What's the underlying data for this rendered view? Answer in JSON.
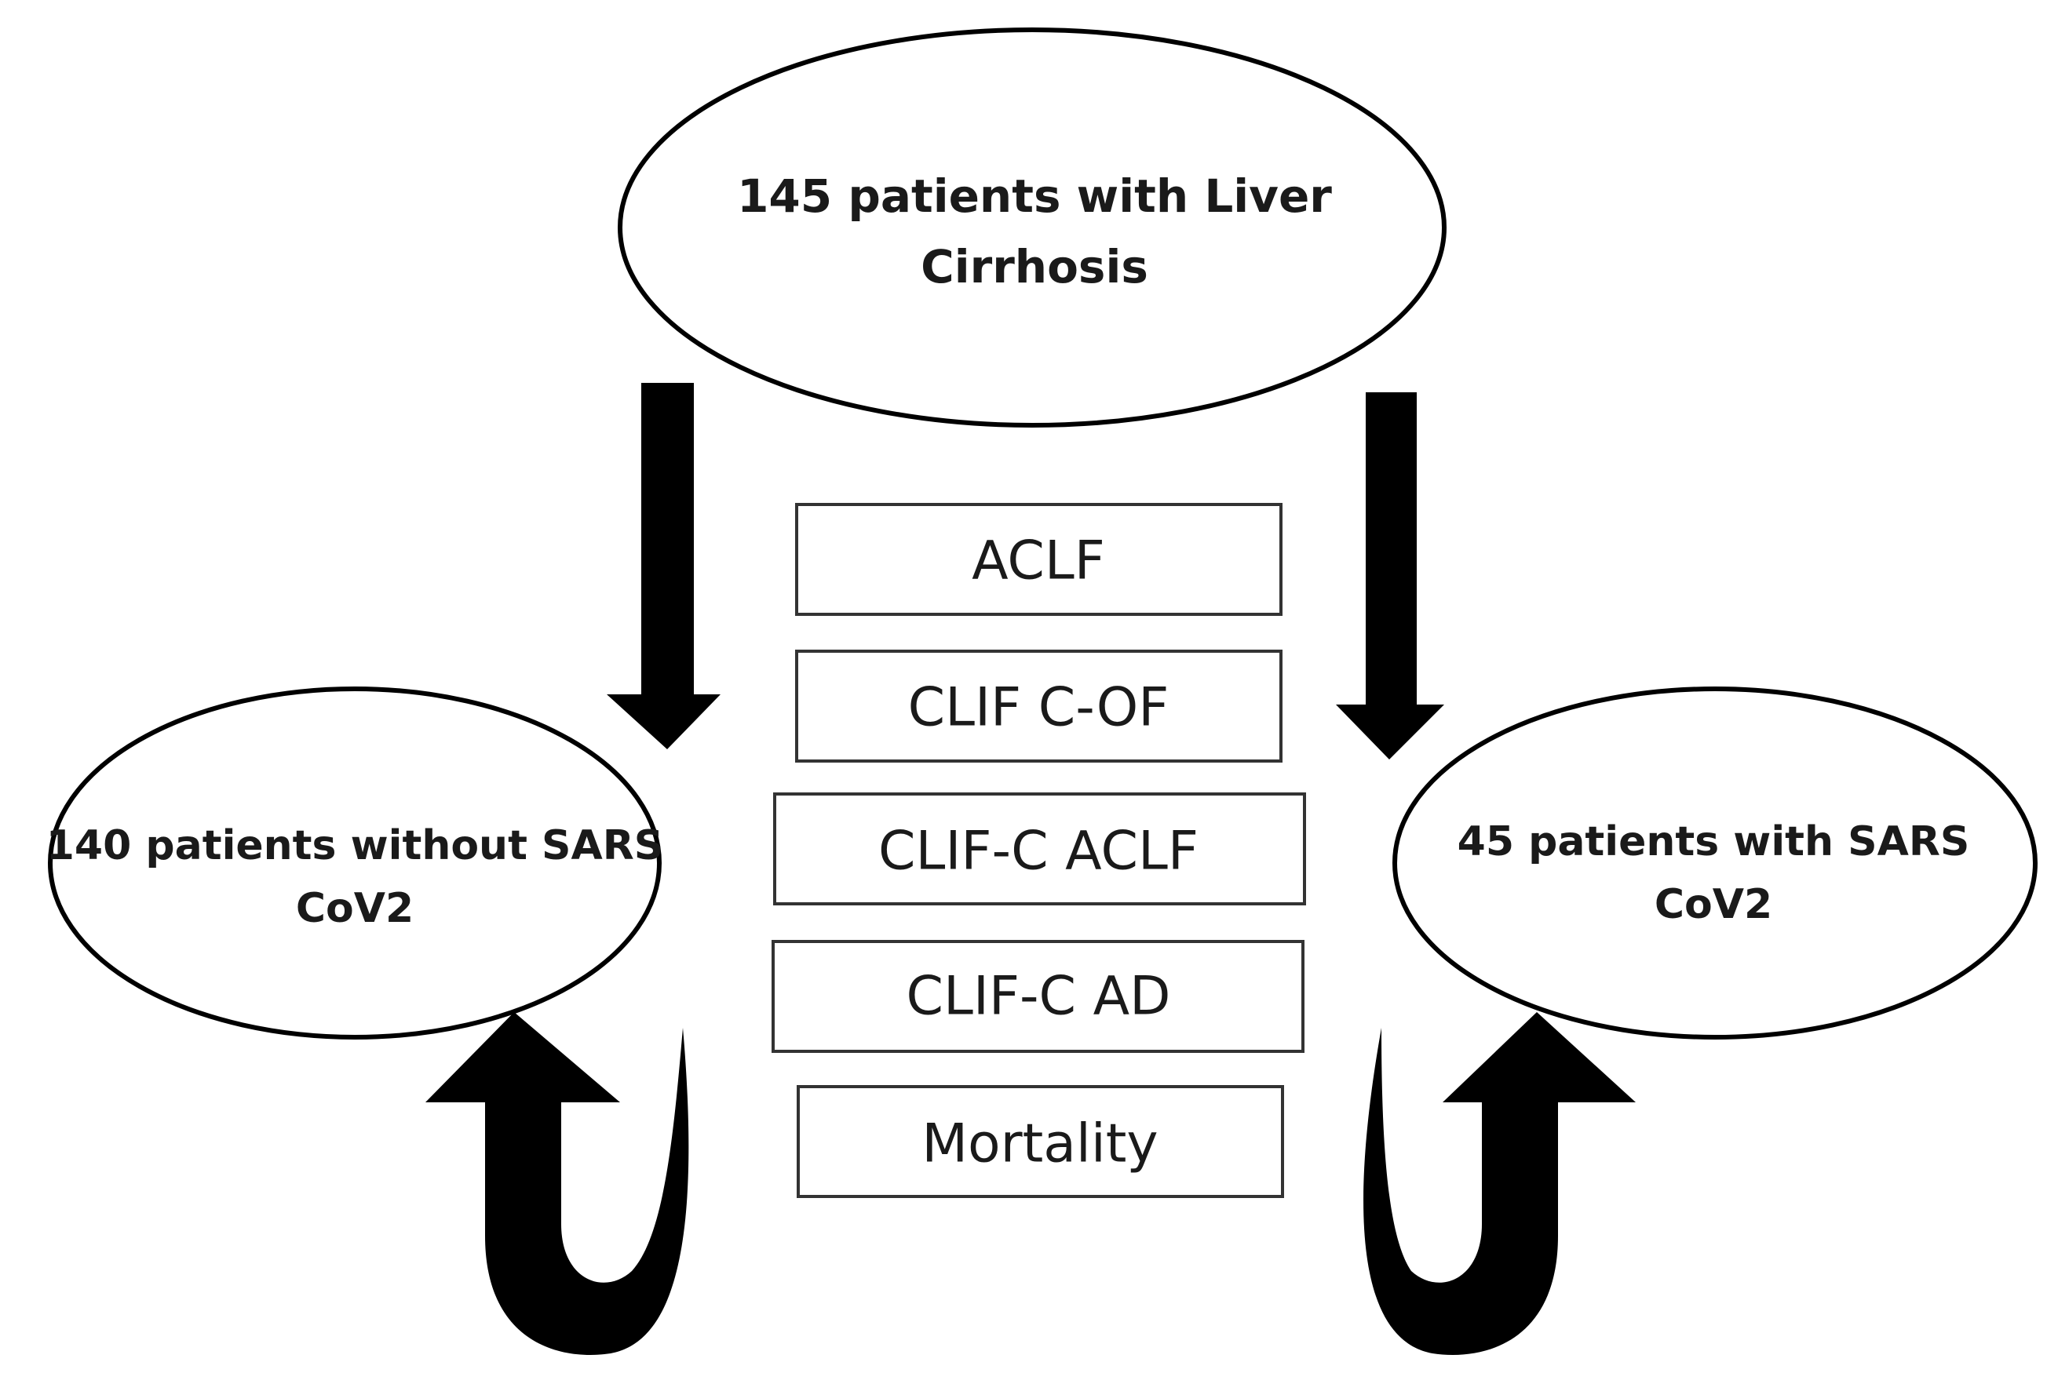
{
  "top_ellipse": {
    "line1": "145 patients with Liver",
    "line2": "Cirrhosis"
  },
  "left_ellipse": {
    "line1": "140 patients without SARS",
    "line2": "CoV2"
  },
  "right_ellipse": {
    "line1": "45 patients with SARS",
    "line2": "CoV2"
  },
  "outcomes": {
    "item1": "ACLF",
    "item2": "CLIF C-OF",
    "item3": "CLIF-C ACLF",
    "item4": "CLIF-C AD",
    "item5": "Mortality"
  },
  "colors": {
    "stroke": "#000000",
    "fill": "#ffffff"
  }
}
